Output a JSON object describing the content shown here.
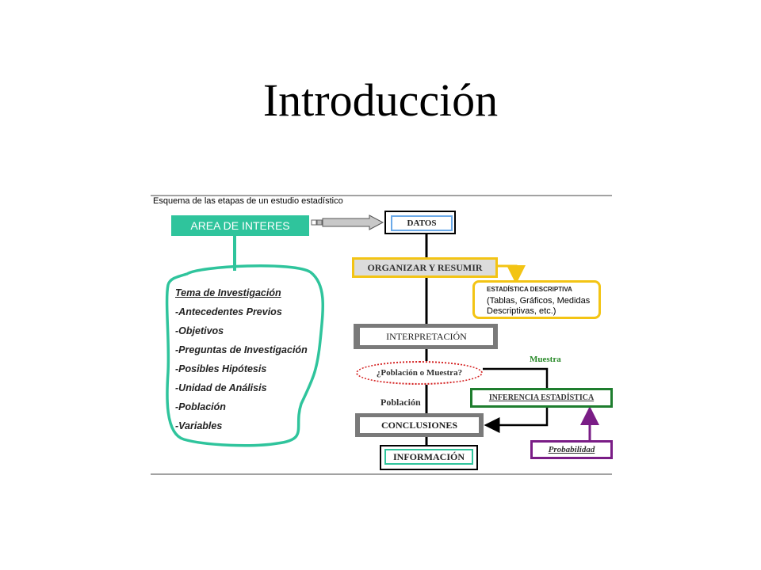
{
  "title": "Introducción",
  "caption": "Esquema de las etapas de un estudio estadístico",
  "area_interes": "AREA DE INTERES",
  "tema": {
    "heading": "Tema de Investigación",
    "items": [
      "-Antecedentes Previos",
      "-Objetivos",
      "-Preguntas de Investigación",
      "-Posibles Hipótesis",
      "-Unidad de Análisis",
      "-Población",
      "-Variables"
    ]
  },
  "datos": "DATOS",
  "organizar": "ORGANIZAR Y RESUMIR",
  "estadistica_descriptiva": {
    "title": "ESTADÍSTICA DESCRIPTIVA",
    "desc": "(Tablas, Gráficos, Medidas Descriptivas, etc.)"
  },
  "interpretacion": "INTERPRETACIÓN",
  "poblacion_o_muestra": "¿Población o Muestra?",
  "muestra": "Muestra",
  "poblacion": "Población",
  "inferencia": "INFERENCIA ESTADÍSTICA",
  "conclusiones": "CONCLUSIONES",
  "probabilidad": "Probabilidad",
  "informacion": "INFORMACIÓN",
  "colors": {
    "area_fill": "#2fc49c",
    "descriptiva_border": "#f3c414",
    "inferencia_border": "#1e7d2e",
    "probabilidad_border": "#7a1d86",
    "pregunta_border": "#d42020"
  }
}
